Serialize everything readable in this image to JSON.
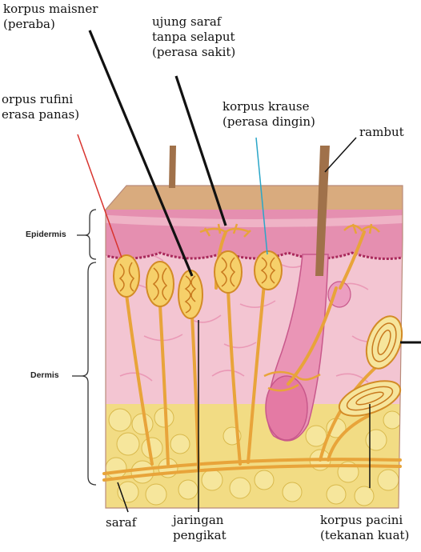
{
  "labels": {
    "korpus_maisner": [
      "korpus maisner",
      "(peraba)"
    ],
    "ujung_saraf": [
      "ujung saraf",
      "tanpa selaput",
      "(perasa sakit)"
    ],
    "korpus_rufini": [
      "orpus rufini",
      "erasa panas)"
    ],
    "korpus_krause": [
      "korpus krause",
      "(perasa dingin)"
    ],
    "rambut": "rambut",
    "epidermis": "Epidermis",
    "dermis": "Dermis",
    "saraf": "saraf",
    "jaringan_pengikat": [
      "jaringan",
      "pengikat"
    ],
    "korpus_pacini": [
      "korpus pacini",
      "(tekanan kuat)"
    ]
  },
  "colors": {
    "background": "#ffffff",
    "top_surface": "#d9ab7e",
    "epidermis": "#e58fb0",
    "dermis": "#f3c5d2",
    "fat_cells": "#f2dc84",
    "nerve": "#e8a43a",
    "hair": "#a0714a",
    "follicle": "#ea95b6",
    "line_red": "#d8342f",
    "line_cyan": "#2aa6c8",
    "line_black": "#111111"
  }
}
